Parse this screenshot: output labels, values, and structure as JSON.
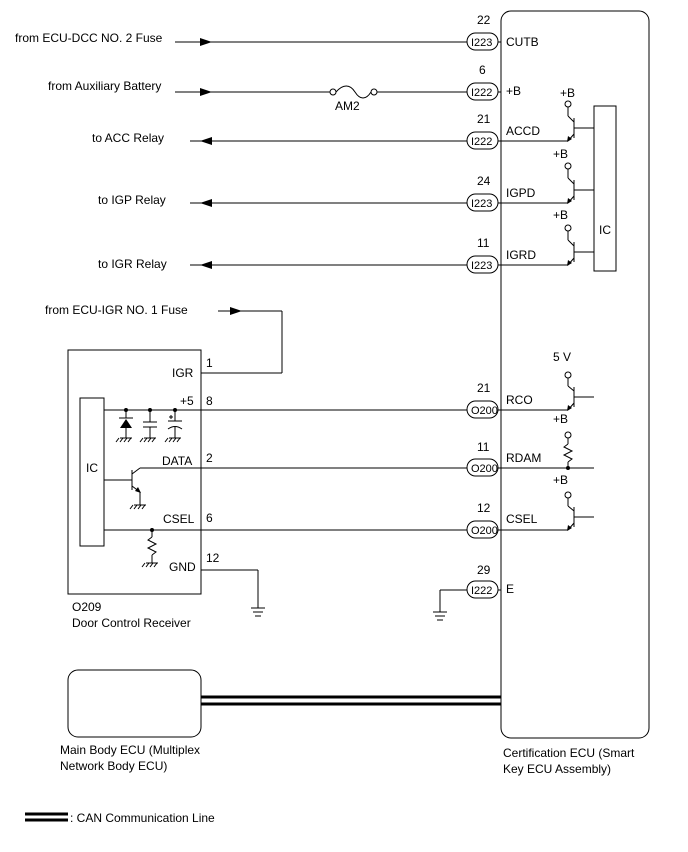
{
  "wires": {
    "cutb": {
      "source": "from ECU-DCC NO. 2 Fuse",
      "pin": "22",
      "connector": "I223",
      "signal": "CUTB"
    },
    "plusb": {
      "source": "from Auxiliary Battery",
      "fuse": "AM2",
      "pin": "6",
      "connector": "I222",
      "signal": "+B"
    },
    "accd": {
      "source": "to ACC Relay",
      "pin": "21",
      "connector": "I222",
      "signal": "ACCD"
    },
    "igpd": {
      "source": "to IGP Relay",
      "pin": "24",
      "connector": "I223",
      "signal": "IGPD"
    },
    "igrd": {
      "source": "to IGR Relay",
      "pin": "11",
      "connector": "I223",
      "signal": "IGRD"
    },
    "rco": {
      "pin": "21",
      "connector": "O200",
      "signal": "RCO"
    },
    "rdam": {
      "pin": "11",
      "connector": "O200",
      "signal": "RDAM"
    },
    "csel": {
      "pin": "12",
      "connector": "O200",
      "signal": "CSEL"
    },
    "e": {
      "pin": "29",
      "connector": "I222",
      "signal": "E"
    }
  },
  "igr_fuse": "from ECU-IGR NO. 1 Fuse",
  "ecu": {
    "ic": "IC",
    "plusb_label": "+B",
    "five_v": "5 V",
    "name_line1": "Certification ECU (Smart",
    "name_line2": "Key ECU Assembly)"
  },
  "receiver": {
    "code": "O209",
    "name": "Door Control Receiver",
    "ic": "IC",
    "pins": [
      {
        "label": "IGR",
        "num": "1"
      },
      {
        "label": "+5",
        "num": "8"
      },
      {
        "label": "DATA",
        "num": "2"
      },
      {
        "label": "CSEL",
        "num": "6"
      },
      {
        "label": "GND",
        "num": "12"
      }
    ]
  },
  "main_body": {
    "name_line1": "Main Body ECU (Multiplex",
    "name_line2": "Network Body ECU)"
  },
  "legend": {
    "can_label": ": CAN Communication Line"
  }
}
